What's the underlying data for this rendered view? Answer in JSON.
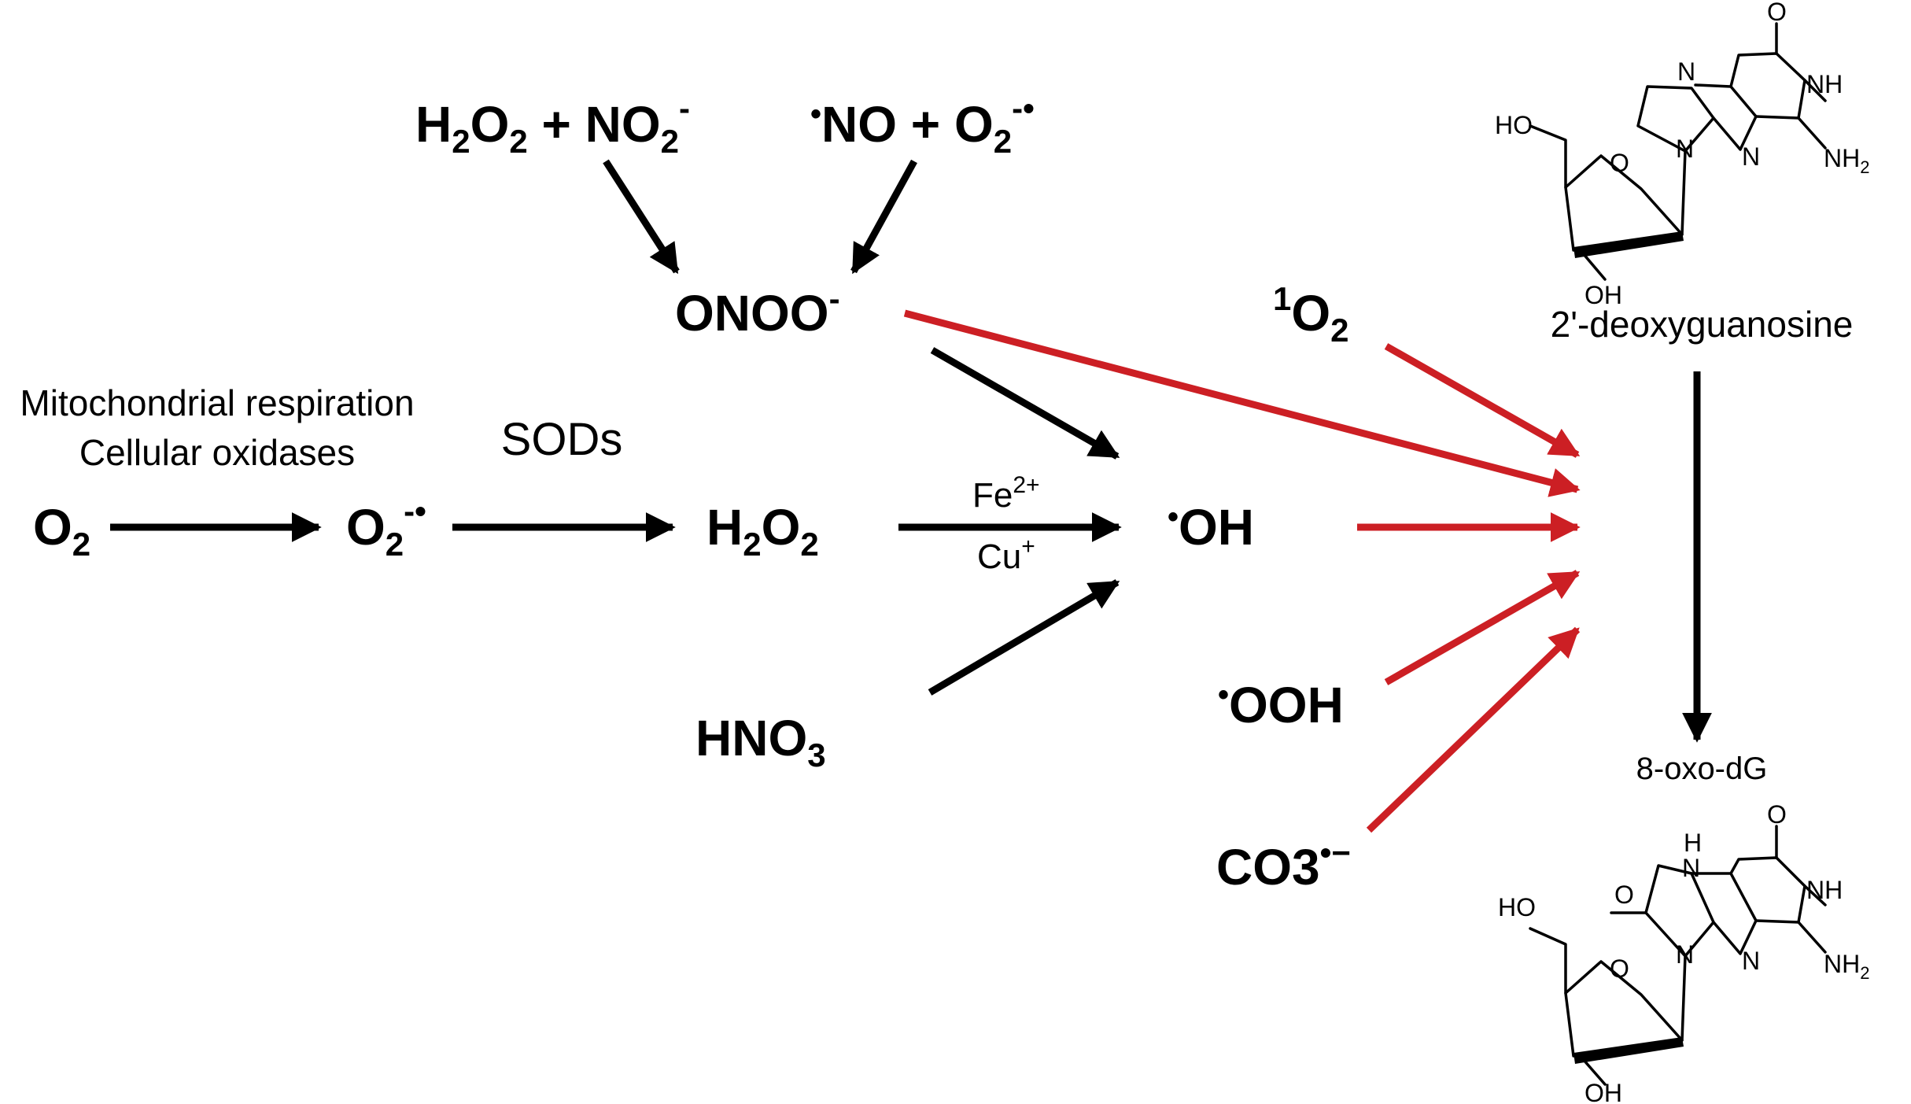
{
  "colors": {
    "black_arrow": "#000000",
    "red_arrow": "#cc1f24"
  },
  "species": {
    "h2o2_no2": {
      "a": "H",
      "a_sub": "2",
      "b": "O",
      "b_sub": "2",
      "plus": " + NO",
      "c_sub": "2",
      "c_sup": "-"
    },
    "no_o2": {
      "dot": "•",
      "a": "NO + O",
      "a_sub": "2",
      "a_sup": "-•"
    },
    "onoo": {
      "main": "ONOO",
      "sup": "-"
    },
    "singlet_o2": {
      "sup": "1",
      "main": "O",
      "sub": "2"
    },
    "mito": "Mitochondrial respiration",
    "cell_ox": "Cellular oxidases",
    "sods": "SODs",
    "o2": {
      "main": "O",
      "sub": "2"
    },
    "superoxide": {
      "main": "O",
      "sub": "2",
      "sup": "-•"
    },
    "h2o2": {
      "a": "H",
      "a_sub": "2",
      "b": "O",
      "b_sub": "2"
    },
    "fe": {
      "main": "Fe",
      "sup": "2+"
    },
    "cu": {
      "main": "Cu",
      "sup": "+"
    },
    "oh": {
      "dot": "•",
      "main": "OH"
    },
    "hno3": {
      "main": "HNO",
      "sub": "3"
    },
    "ooh": {
      "dot": "•",
      "main": "OOH"
    },
    "co3": {
      "main": "CO3",
      "sup": "•−"
    }
  },
  "molecules": {
    "dg_name": "2'-deoxyguanosine",
    "oxo_name": "8-oxo-dG",
    "atoms": {
      "o": "O",
      "n": "N",
      "nh": "NH",
      "nh2_main": "NH",
      "nh2_sub": "2",
      "ho": "HO",
      "oh": "OH",
      "h": "H"
    }
  }
}
